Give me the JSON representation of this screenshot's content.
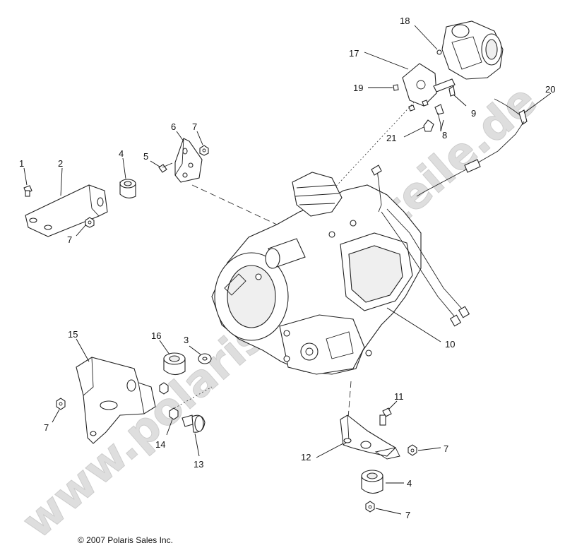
{
  "watermark": "www.polaris-ersatzteile.de",
  "copyright": "© 2007 Polaris Sales Inc.",
  "callouts": {
    "c1": "1",
    "c2": "2",
    "c3": "3",
    "c4a": "4",
    "c4b": "4",
    "c5": "5",
    "c6": "6",
    "c7a": "7",
    "c7b": "7",
    "c7c": "7",
    "c7d": "7",
    "c7e": "7",
    "c8": "8",
    "c9": "9",
    "c10": "10",
    "c11": "11",
    "c12": "12",
    "c13": "13",
    "c14": "14",
    "c15": "15",
    "c16": "16",
    "c17": "17",
    "c18": "18",
    "c19": "19",
    "c20": "20",
    "c21": "21"
  }
}
